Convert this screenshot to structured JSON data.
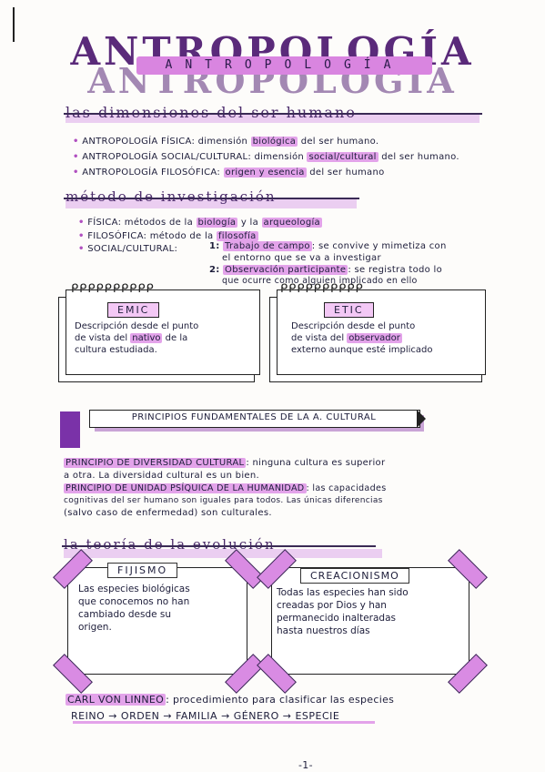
{
  "title": {
    "big": "ANTROPOLOGÍA",
    "band": "ANTROPOLOGÍA",
    "mirror": "ANTROPOLOGIA"
  },
  "section1": {
    "heading": "las dimensiones del ser humano",
    "items": [
      {
        "bullet": "•",
        "pre": "ANTROPOLOGÍA FÍSICA: dimensión ",
        "hl": "biológica",
        "post": " del ser humano."
      },
      {
        "bullet": "•",
        "pre": "ANTROPOLOGÍA SOCIAL/CULTURAL: dimensión ",
        "hl": "social/cultural",
        "post": " del ser humano."
      },
      {
        "bullet": "•",
        "pre": "ANTROPOLOGÍA FILOSÓFICA: ",
        "hl": "origen y esencia",
        "post": " del ser humano"
      }
    ]
  },
  "section2": {
    "heading": "método de investigación",
    "fisica_pre": "FÍSICA: métodos de la ",
    "fisica_hl1": "biología",
    "fisica_mid": " y la ",
    "fisica_hl2": "arqueología",
    "filosofica_pre": "FILOSÓFICA: método de la ",
    "filosofica_hl": "filosofía",
    "social_label": "SOCIAL/CULTURAL:",
    "step1_num": "1:",
    "step1_hl": "Trabajo de campo",
    "step1_post": ": se convive y mimetiza con",
    "step1_line2": "el entorno que se va a investigar",
    "step2_num": "2:",
    "step2_hl": "Observación participante",
    "step2_post": ": se registra todo lo",
    "step2_line2": "que ocurre como alguien implicado en ello",
    "bullet": "•"
  },
  "emic": {
    "tag": "EMIC",
    "line1": "Descripción desde el punto",
    "line2_pre": "de vista del ",
    "line2_hl": "nativo",
    "line2_post": " de la",
    "line3": "cultura estudiada."
  },
  "etic": {
    "tag": "ETIC",
    "line1": "Descripción desde el punto",
    "line2_pre": "de vista del ",
    "line2_hl": "observador",
    "line3": "externo aunque esté implicado"
  },
  "spiral": "ᑭᑭᑭᑭᑭᑭᑭᑭᑭᑭ",
  "principles": {
    "banner": "PRINCIPIOS FUNDAMENTALES DE LA A. CULTURAL",
    "p1_hl": "PRINCIPIO DE DIVERSIDAD CULTURAL",
    "p1_post": ": ninguna cultura es superior",
    "p1_line2": "a otra. La diversidad cultural es un bien.",
    "p2_hl": "PRINCIPIO DE UNIDAD PSÍQUICA DE LA HUMANIDAD",
    "p2_post": ": las capacidades",
    "p2_line2": "cognitivas del ser humano son iguales para todos. Las únicas diferencias",
    "p2_line3": "(salvo caso de enfermedad) son culturales."
  },
  "section3": {
    "heading": "la teoría de la evolución"
  },
  "fijismo": {
    "tag": "FIJISMO",
    "line1": "Las especies biológicas",
    "line2": "que conocemos no han",
    "line3": "cambiado desde su",
    "line4": "origen."
  },
  "creacionismo": {
    "tag": "CREACIONISMO",
    "line1": "Todas las especies han sido",
    "line2": "creadas por Dios y han",
    "line3": "permanecido inalteradas",
    "line4": "hasta nuestros días"
  },
  "linneo": {
    "name": "CARL VON LINNEO",
    "post": ": procedimiento para clasificar las especies",
    "chain": "REINO → ORDEN → FAMILIA → GÉNERO → ESPECIE"
  },
  "page_number": "-1-",
  "colors": {
    "highlight": "#e3a3ea",
    "purple": "#7a32a8",
    "ink": "#1d1d3a"
  }
}
